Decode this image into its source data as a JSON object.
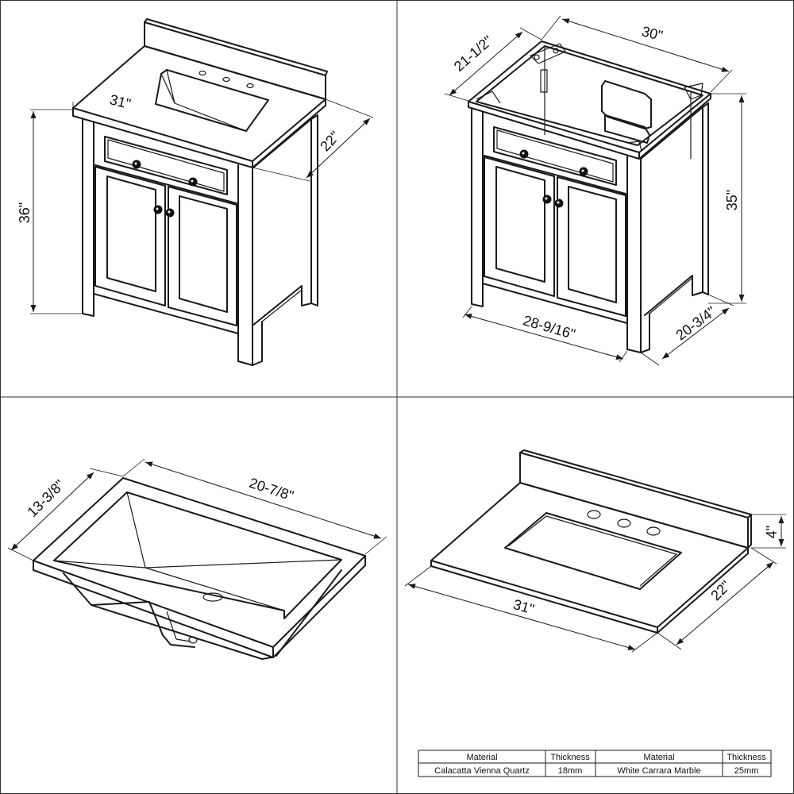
{
  "panels": {
    "vanity_with_top": {
      "dimensions": {
        "top_width": "31\"",
        "top_depth": "22\"",
        "height": "36\""
      }
    },
    "vanity_base": {
      "dimensions": {
        "width": "30\"",
        "depth": "21-1/2\"",
        "height": "35\"",
        "door_width": "28-9/16\"",
        "bottom_depth": "20-3/4\""
      }
    },
    "sink_bowl": {
      "dimensions": {
        "length": "20-7/8\"",
        "width": "13-3/8\""
      }
    },
    "countertop": {
      "dimensions": {
        "width": "31\"",
        "depth": "22\"",
        "backsplash_height": "4\""
      }
    }
  },
  "materials_table": {
    "headers": [
      "Material",
      "Thickness",
      "Material",
      "Thickness"
    ],
    "row": [
      "Calacatta Vienna Quartz",
      "18mm",
      "White Carrara Marble",
      "25mm"
    ]
  }
}
